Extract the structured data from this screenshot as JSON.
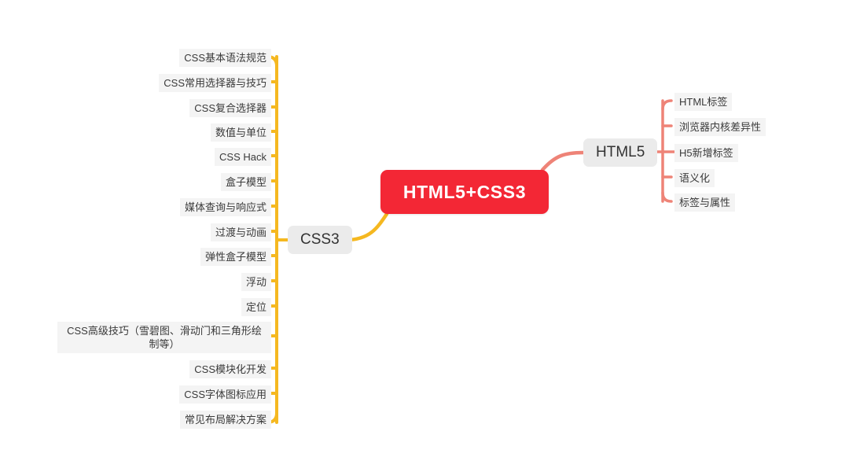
{
  "map": {
    "root": {
      "label": "HTML5+CSS3",
      "color": "#F32735",
      "text_color": "#FFFFFF"
    },
    "branches": [
      {
        "id": "css3",
        "label": "CSS3",
        "side": "left",
        "connector_color": "#F5B820",
        "children": [
          {
            "label": "CSS基本语法规范"
          },
          {
            "label": "CSS常用选择器与技巧"
          },
          {
            "label": "CSS复合选择器"
          },
          {
            "label": "数值与单位"
          },
          {
            "label": "CSS Hack"
          },
          {
            "label": "盒子模型"
          },
          {
            "label": "媒体查询与响应式"
          },
          {
            "label": "过渡与动画"
          },
          {
            "label": "弹性盒子模型"
          },
          {
            "label": "浮动"
          },
          {
            "label": "定位"
          },
          {
            "label": "CSS高级技巧（雪碧图、滑动门和三角形绘制等）"
          },
          {
            "label": "CSS模块化开发"
          },
          {
            "label": "CSS字体图标应用"
          },
          {
            "label": "常见布局解决方案"
          }
        ]
      },
      {
        "id": "html5",
        "label": "HTML5",
        "side": "right",
        "connector_color": "#EE8377",
        "children": [
          {
            "label": "HTML标签"
          },
          {
            "label": "浏览器内核差异性"
          },
          {
            "label": "H5新增标签"
          },
          {
            "label": "语义化"
          },
          {
            "label": "标签与属性"
          }
        ]
      }
    ]
  }
}
